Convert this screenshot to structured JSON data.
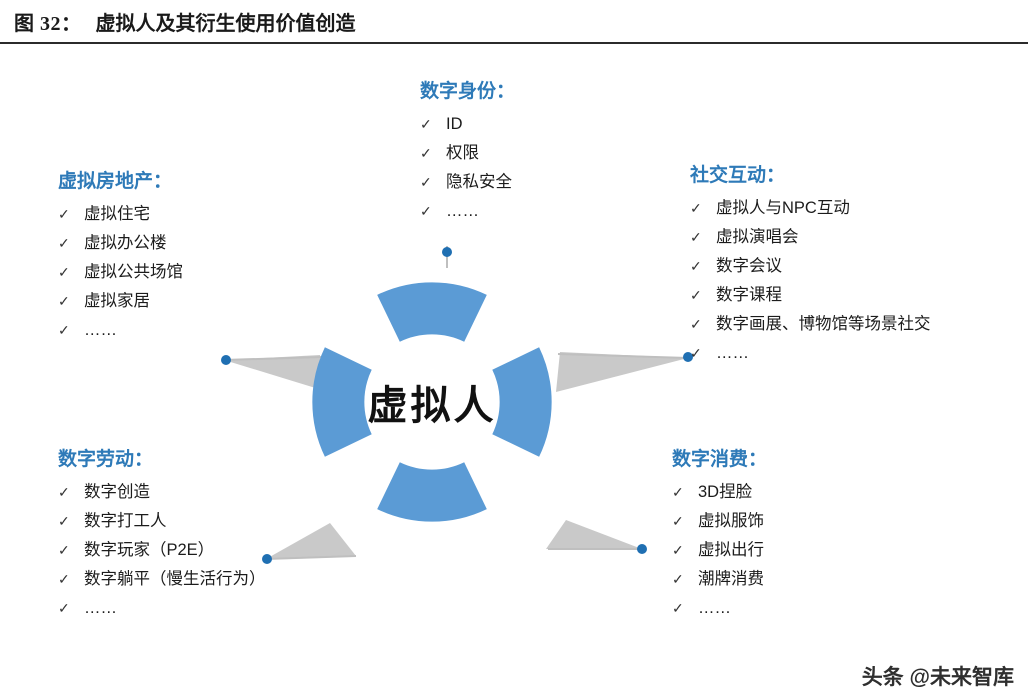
{
  "header": {
    "figure_label": "图 32：",
    "title": "虚拟人及其衍生使用价值创造"
  },
  "center": {
    "label": "虚拟人"
  },
  "groups": [
    {
      "id": "digital-identity",
      "title": "数字身份：",
      "items": [
        "ID",
        "权限",
        "隐私安全",
        "……"
      ]
    },
    {
      "id": "virtual-real-estate",
      "title": "虚拟房地产：",
      "items": [
        "虚拟住宅",
        "虚拟办公楼",
        "虚拟公共场馆",
        "虚拟家居",
        "……"
      ]
    },
    {
      "id": "social-interaction",
      "title": "社交互动：",
      "items": [
        "虚拟人与NPC互动",
        "虚拟演唱会",
        "数字会议",
        "数字课程",
        "数字画展、博物馆等场景社交",
        "……"
      ]
    },
    {
      "id": "digital-labor",
      "title": "数字劳动：",
      "items": [
        "数字创造",
        "数字打工人",
        "数字玩家（P2E）",
        "数字躺平（慢生活行为）",
        "……"
      ]
    },
    {
      "id": "digital-consumption",
      "title": "数字消费：",
      "items": [
        "3D捏脸",
        "虚拟服饰",
        "虚拟出行",
        "潮牌消费",
        "……"
      ]
    }
  ],
  "check_glyph": "✓",
  "watermark": {
    "badge": "头",
    "text": "头条 @未来智库"
  },
  "colors": {
    "accent_blue": "#5b9bd5",
    "title_blue": "#2e7ab8",
    "gray_connector": "#bfbfbf",
    "dot": "#1f6fb2"
  },
  "chart_data": {
    "type": "diagram",
    "title": "虚拟人及其衍生使用价值创造",
    "center": "虚拟人",
    "branches": [
      {
        "label": "数字身份：",
        "children": [
          "ID",
          "权限",
          "隐私安全",
          "……"
        ]
      },
      {
        "label": "虚拟房地产：",
        "children": [
          "虚拟住宅",
          "虚拟办公楼",
          "虚拟公共场馆",
          "虚拟家居",
          "……"
        ]
      },
      {
        "label": "社交互动：",
        "children": [
          "虚拟人与NPC互动",
          "虚拟演唱会",
          "数字会议",
          "数字课程",
          "数字画展、博物馆等场景社交",
          "……"
        ]
      },
      {
        "label": "数字劳动：",
        "children": [
          "数字创造",
          "数字打工人",
          "数字玩家（P2E）",
          "数字躺平（慢生活行为）",
          "……"
        ]
      },
      {
        "label": "数字消费：",
        "children": [
          "3D捏脸",
          "虚拟服饰",
          "虚拟出行",
          "潮牌消费",
          "……"
        ]
      }
    ]
  }
}
